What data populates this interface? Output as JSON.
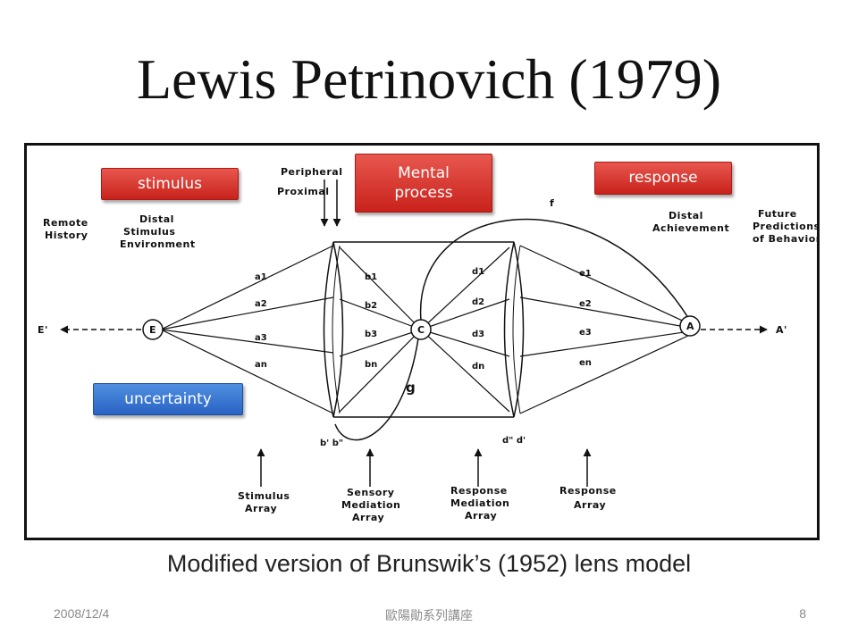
{
  "slide": {
    "title": "Lewis Petrinovich (1979)",
    "caption": "Modified version of Brunswik’s (1952) lens model",
    "footer_date": "2008/12/4",
    "footer_center": "歐陽勛系列講座",
    "page_number": "8"
  },
  "badges": {
    "stimulus": "stimulus",
    "mental_line1": "Mental",
    "mental_line2": "process",
    "response": "response",
    "uncertainty": "uncertainty"
  },
  "diagram": {
    "remote_history": [
      "Remote",
      "History"
    ],
    "distal_stimulus": [
      "Distal",
      "Stimulus",
      "Environment"
    ],
    "peripheral": "Peripheral",
    "proximal": "Proximal",
    "distal_achievement": [
      "Distal",
      "Achievement"
    ],
    "future_predictions": [
      "Future",
      "Predictions",
      "of Behavior"
    ],
    "nodes": {
      "E": "E",
      "C": "C",
      "A": "A"
    },
    "e_prime": "E'",
    "a_prime": "A'",
    "f_label": "f",
    "g_label": "g",
    "a_labels": [
      "a1",
      "a2",
      "a3",
      "an"
    ],
    "b_labels": [
      "b1",
      "b2",
      "b3",
      "bn"
    ],
    "d_labels": [
      "d1",
      "d2",
      "d3",
      "dn"
    ],
    "e_labels": [
      "e1",
      "e2",
      "e3",
      "en"
    ],
    "b_bottom": "b' b\"",
    "d_bottom": "d\" d'",
    "bottom_labels": {
      "stimulus_array": [
        "Stimulus",
        "Array"
      ],
      "sensory_mediation": [
        "Sensory",
        "Mediation",
        "Array"
      ],
      "response_mediation": [
        "Response",
        "Mediation",
        "Array"
      ],
      "response_array": [
        "Response",
        "Array"
      ]
    }
  },
  "colors": {
    "badge_red": "#d83a32",
    "badge_blue": "#3b78d4"
  }
}
